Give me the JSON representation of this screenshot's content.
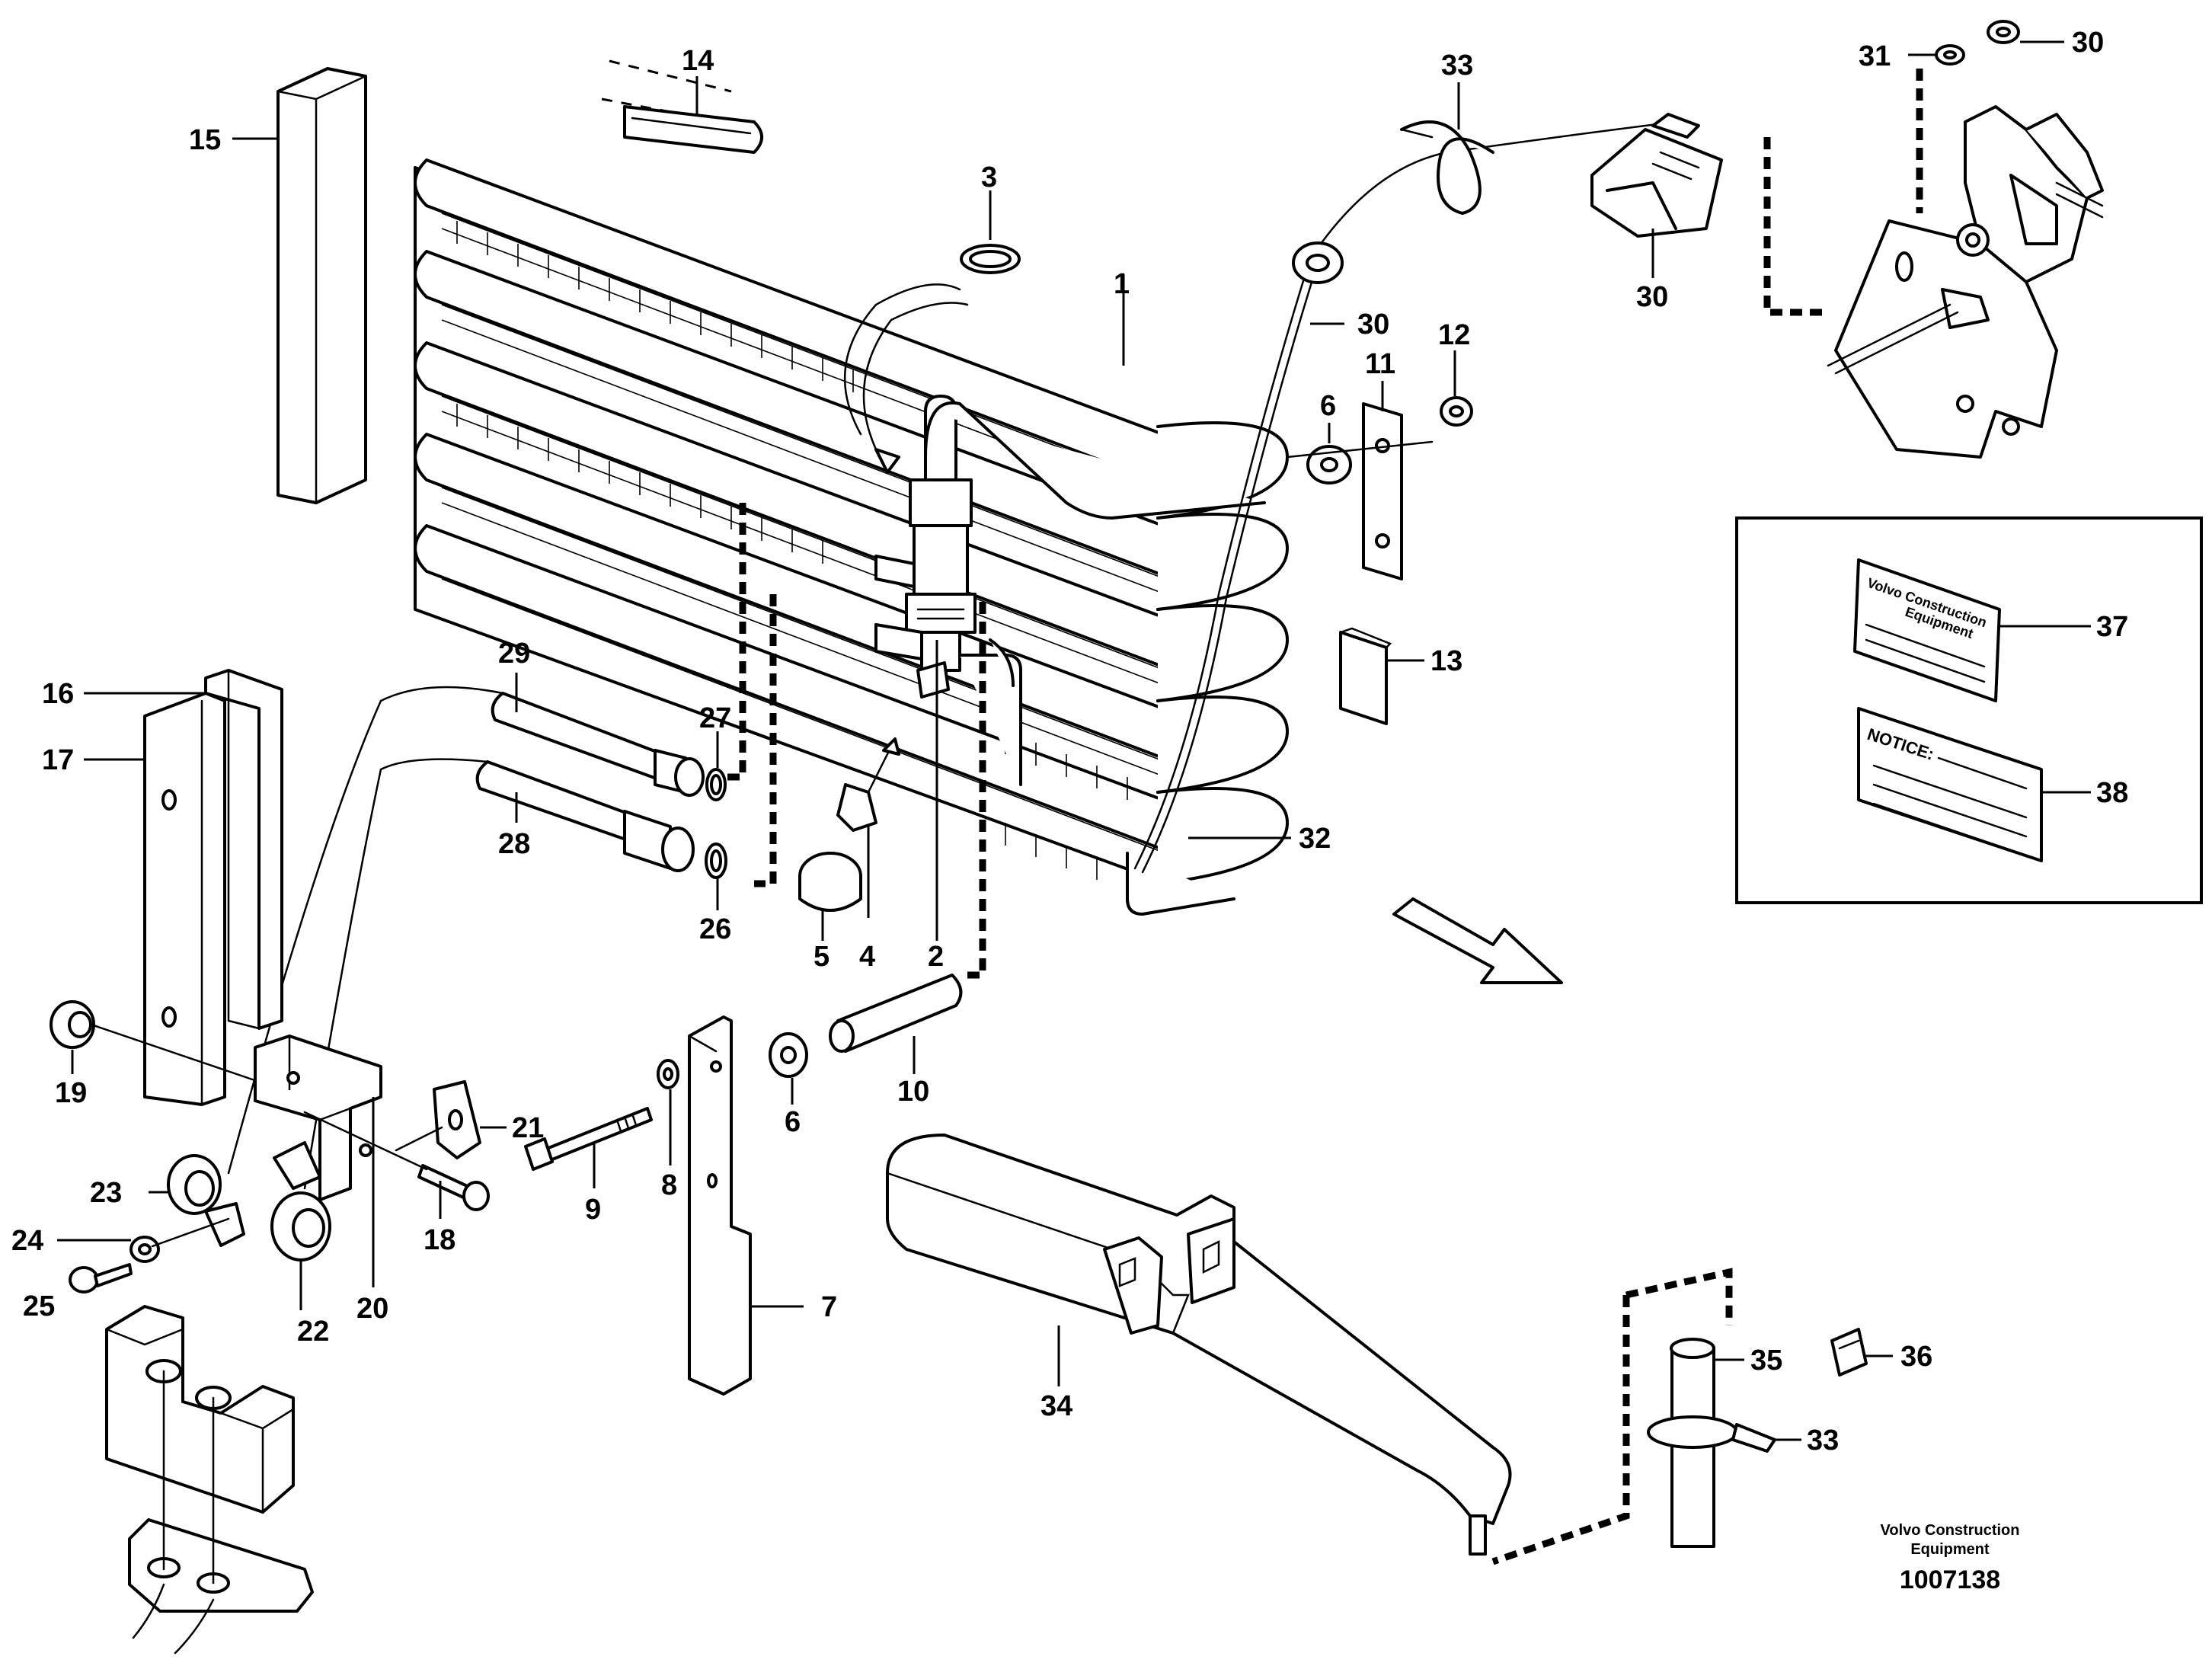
{
  "callouts": [
    {
      "num": "1"
    },
    {
      "num": "2"
    },
    {
      "num": "3"
    },
    {
      "num": "4"
    },
    {
      "num": "5"
    },
    {
      "num": "6"
    },
    {
      "num": "6"
    },
    {
      "num": "7"
    },
    {
      "num": "8"
    },
    {
      "num": "9"
    },
    {
      "num": "10"
    },
    {
      "num": "11"
    },
    {
      "num": "12"
    },
    {
      "num": "13"
    },
    {
      "num": "14"
    },
    {
      "num": "15"
    },
    {
      "num": "16"
    },
    {
      "num": "17"
    },
    {
      "num": "18"
    },
    {
      "num": "19"
    },
    {
      "num": "20"
    },
    {
      "num": "21"
    },
    {
      "num": "22"
    },
    {
      "num": "23"
    },
    {
      "num": "24"
    },
    {
      "num": "25"
    },
    {
      "num": "26"
    },
    {
      "num": "27"
    },
    {
      "num": "28"
    },
    {
      "num": "29"
    },
    {
      "num": "30"
    },
    {
      "num": "30"
    },
    {
      "num": "30"
    },
    {
      "num": "31"
    },
    {
      "num": "32"
    },
    {
      "num": "33"
    },
    {
      "num": "33"
    },
    {
      "num": "34"
    },
    {
      "num": "35"
    },
    {
      "num": "36"
    },
    {
      "num": "37"
    },
    {
      "num": "38"
    }
  ],
  "inset": {
    "decal_37_line1": "Volvo Construction",
    "decal_37_line2": "Equipment",
    "decal_38_text": "NOTICE:"
  },
  "footer": {
    "brand_line1": "Volvo Construction",
    "brand_line2": "Equipment",
    "drawing_number": "1007138"
  }
}
